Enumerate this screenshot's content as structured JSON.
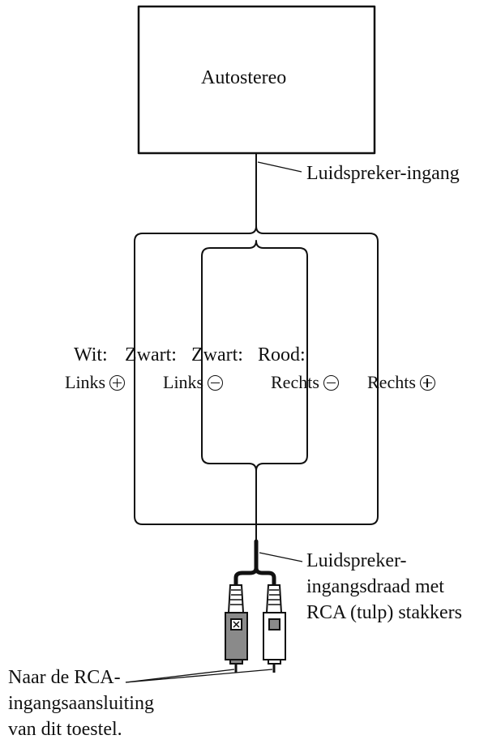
{
  "box_label": "Autostereo",
  "callouts": {
    "speaker_input": "Luidspreker-ingang",
    "speaker_cable": [
      "Luidspreker-",
      "ingangsdraad met",
      "RCA (tulp) stakkers"
    ],
    "rca_target": [
      "Naar de RCA-",
      "ingangsaansluiting",
      "van dit toestel."
    ]
  },
  "wires": [
    {
      "color": "Wit:",
      "channel": "Links",
      "polarity": "plus"
    },
    {
      "color": "Zwart:",
      "channel": "Links",
      "polarity": "minus"
    },
    {
      "color": "Zwart:",
      "channel": "Rechts",
      "polarity": "minus"
    },
    {
      "color": "Rood:",
      "channel": "Rechts",
      "polarity": "plus"
    }
  ],
  "plugs": [
    {
      "name": "left-plug",
      "fill": "#8a8a8a"
    },
    {
      "name": "right-plug",
      "fill": "#ffffff"
    }
  ]
}
